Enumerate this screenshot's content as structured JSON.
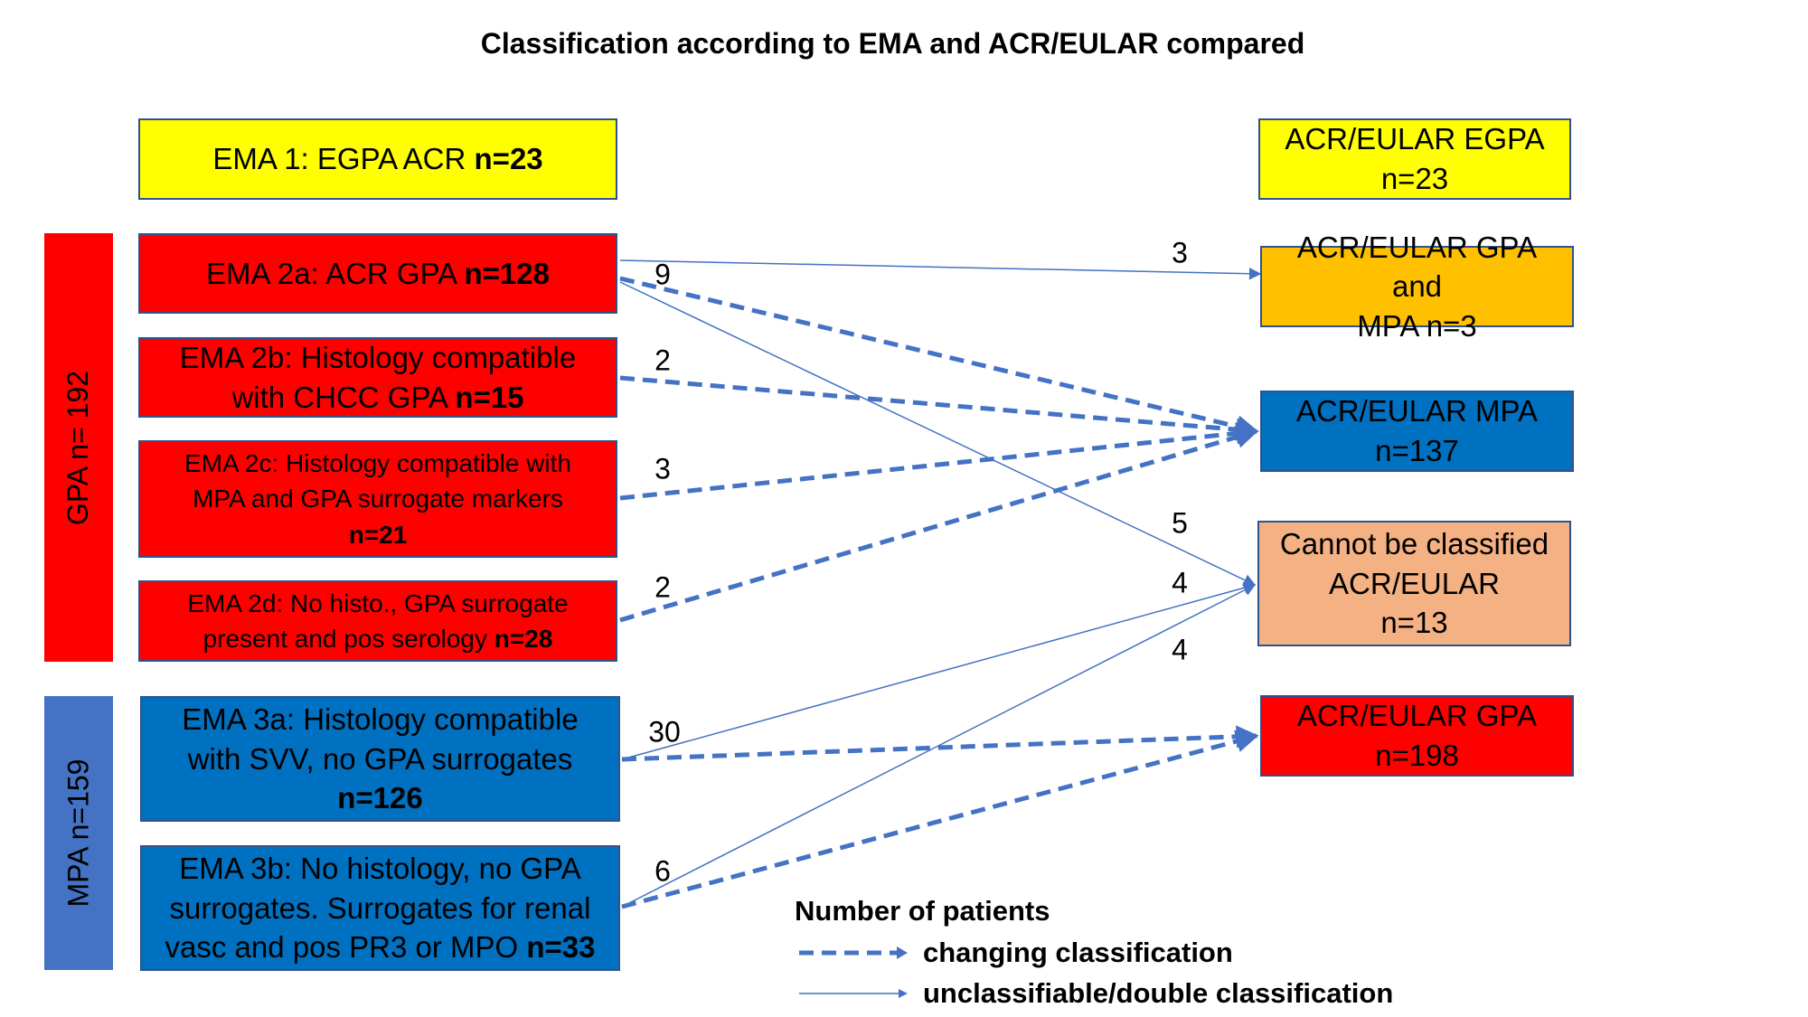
{
  "title": "Classification according to EMA and ACR/EULAR compared",
  "colors": {
    "yellow": "#ffff00",
    "red": "#ff0000",
    "blue": "#0070c0",
    "sidebar_blue": "#4472c4",
    "orange": "#ffc000",
    "peach": "#f4b183",
    "arrow": "#4472c4",
    "border": "#2f528f"
  },
  "groups": {
    "gpa": "GPA n= 192",
    "mpa": "MPA n=159"
  },
  "left": {
    "ema1": {
      "text": "EMA 1: EGPA ACR ",
      "n": "n=23"
    },
    "ema2a": {
      "text": "EMA 2a: ACR GPA ",
      "n": "n=128"
    },
    "ema2b": {
      "line1": "EMA 2b: Histology compatible",
      "line2": "with CHCC GPA ",
      "n": "n=15"
    },
    "ema2c": {
      "line1": "EMA 2c: Histology compatible with",
      "line2": "MPA and GPA surrogate markers",
      "n": "n=21"
    },
    "ema2d": {
      "line1": "EMA 2d: No histo., GPA surrogate",
      "line2": "present and pos serology ",
      "n": "n=28"
    },
    "ema3a": {
      "line1": "EMA 3a: Histology compatible",
      "line2": "with SVV, no GPA surrogates",
      "n": "n=126"
    },
    "ema3b": {
      "line1": "EMA 3b: No histology, no GPA",
      "line2": "surrogates. Surrogates for renal",
      "line3": "vasc and pos PR3 or MPO ",
      "n": "n=33"
    }
  },
  "right": {
    "egpa": {
      "line1": "ACR/EULAR EGPA",
      "line2": "n=23"
    },
    "gpa_mpa": {
      "line1": "ACR/EULAR GPA and",
      "line2": "MPA n=3"
    },
    "mpa": {
      "line1": "ACR/EULAR MPA",
      "line2": "n=137"
    },
    "unclassified": {
      "line1": "Cannot be classified",
      "line2": "ACR/EULAR",
      "line3": "n=13"
    },
    "gpa": {
      "line1": "ACR/EULAR GPA",
      "line2": "n=198"
    }
  },
  "flows": [
    {
      "from": "EMA 2a",
      "to": "ACR/EULAR GPA and MPA",
      "count": "3",
      "style": "solid"
    },
    {
      "from": "EMA 2a",
      "to": "ACR/EULAR MPA",
      "count": "9",
      "style": "dashed"
    },
    {
      "from": "EMA 2a",
      "to": "Cannot be classified ACR/EULAR",
      "count": "5",
      "style": "solid"
    },
    {
      "from": "EMA 2b",
      "to": "ACR/EULAR MPA",
      "count": "2",
      "style": "dashed"
    },
    {
      "from": "EMA 2c",
      "to": "ACR/EULAR MPA",
      "count": "3",
      "style": "dashed"
    },
    {
      "from": "EMA 2d",
      "to": "ACR/EULAR MPA",
      "count": "2",
      "style": "dashed"
    },
    {
      "from": "EMA 3a",
      "to": "Cannot be classified ACR/EULAR",
      "count": "4",
      "style": "solid"
    },
    {
      "from": "EMA 3a",
      "to": "ACR/EULAR GPA",
      "count": "30",
      "style": "dashed"
    },
    {
      "from": "EMA 3b",
      "to": "Cannot be classified ACR/EULAR",
      "count": "4",
      "style": "solid"
    },
    {
      "from": "EMA 3b",
      "to": "ACR/EULAR GPA",
      "count": "6",
      "style": "dashed"
    }
  ],
  "legend": {
    "title": "Number of patients",
    "dashed": "changing classification",
    "solid": "unclassifiable/double classification"
  }
}
